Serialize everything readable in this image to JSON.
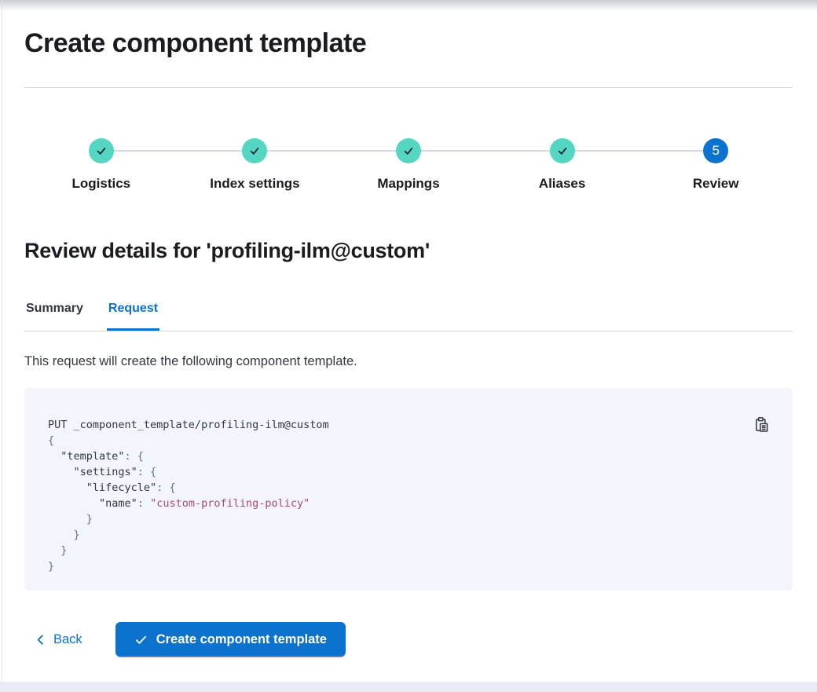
{
  "page": {
    "title": "Create component template",
    "colors": {
      "primary": "#0B72CE",
      "success_teal": "#55D6C2",
      "divider": "#D3DAE6",
      "heading_text": "#1A1C21",
      "body_text": "#343741",
      "code_background": "#F2F5FB",
      "code_punctuation": "#69707D",
      "code_string": "#AC4A6D"
    }
  },
  "stepper": {
    "steps": [
      {
        "id": "logistics",
        "label": "Logistics",
        "status": "complete",
        "icon": "check-icon"
      },
      {
        "id": "index-settings",
        "label": "Index settings",
        "status": "complete",
        "icon": "check-icon"
      },
      {
        "id": "mappings",
        "label": "Mappings",
        "status": "complete",
        "icon": "check-icon"
      },
      {
        "id": "aliases",
        "label": "Aliases",
        "status": "complete",
        "icon": "check-icon"
      },
      {
        "id": "review",
        "label": "Review",
        "status": "current",
        "number": "5"
      }
    ]
  },
  "review": {
    "heading": "Review details for 'profiling-ilm@custom'",
    "tabs": [
      {
        "id": "summary",
        "label": "Summary",
        "active": false
      },
      {
        "id": "request",
        "label": "Request",
        "active": true
      }
    ],
    "description": "This request will create the following component template."
  },
  "code": {
    "copy_icon": "copy-clipboard-icon",
    "lines": [
      [
        {
          "text": "PUT _component_template/profiling-ilm@custom",
          "type": "plain"
        }
      ],
      [
        {
          "text": "{",
          "type": "punct"
        }
      ],
      [
        {
          "text": "  ",
          "type": "plain"
        },
        {
          "text": "\"template\"",
          "type": "key"
        },
        {
          "text": ": {",
          "type": "punct"
        }
      ],
      [
        {
          "text": "    ",
          "type": "plain"
        },
        {
          "text": "\"settings\"",
          "type": "key"
        },
        {
          "text": ": {",
          "type": "punct"
        }
      ],
      [
        {
          "text": "      ",
          "type": "plain"
        },
        {
          "text": "\"lifecycle\"",
          "type": "key"
        },
        {
          "text": ": {",
          "type": "punct"
        }
      ],
      [
        {
          "text": "        ",
          "type": "plain"
        },
        {
          "text": "\"name\"",
          "type": "key"
        },
        {
          "text": ": ",
          "type": "punct"
        },
        {
          "text": "\"custom-profiling-policy\"",
          "type": "string"
        }
      ],
      [
        {
          "text": "      }",
          "type": "punct"
        }
      ],
      [
        {
          "text": "    }",
          "type": "punct"
        }
      ],
      [
        {
          "text": "  }",
          "type": "punct"
        }
      ],
      [
        {
          "text": "}",
          "type": "punct"
        }
      ]
    ]
  },
  "footer": {
    "back_label": "Back",
    "submit_label": "Create component template"
  }
}
